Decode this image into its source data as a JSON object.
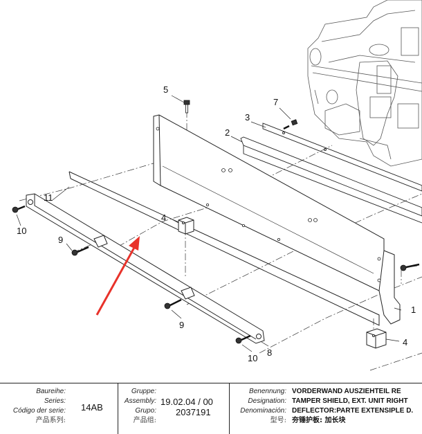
{
  "callouts": {
    "c1": "1",
    "c2": "2",
    "c3": "3",
    "c4a": "4",
    "c4b": "4",
    "c5": "5",
    "c7": "7",
    "c8": "8",
    "c9a": "9",
    "c9b": "9",
    "c10a": "10",
    "c10b": "10",
    "c11": "11"
  },
  "title_block": {
    "series_labels": [
      "Baureihe:",
      "Series:",
      "Código der serie:",
      "产品系列:"
    ],
    "series_value": "14AB",
    "group_labels": [
      "Gruppe:",
      "Assembly:",
      "Grupo:",
      "产品组:"
    ],
    "group_value": "19.02.04 / 00",
    "assembly_number": "2037191",
    "name_labels": [
      "Benennung:",
      "Designation:",
      "Denominación:",
      "型号:"
    ],
    "name_values": [
      "VORDERWAND AUSZIEHTEIL RE",
      "TAMPER SHIELD, EXT. UNIT RIGHT",
      "DEFLECTOR:PARTE EXTENSIPLE D.",
      "夯锤护板: 加长块"
    ]
  },
  "colors": {
    "arrow": "#e8322a",
    "line": "#222222",
    "machine": "#555555"
  }
}
